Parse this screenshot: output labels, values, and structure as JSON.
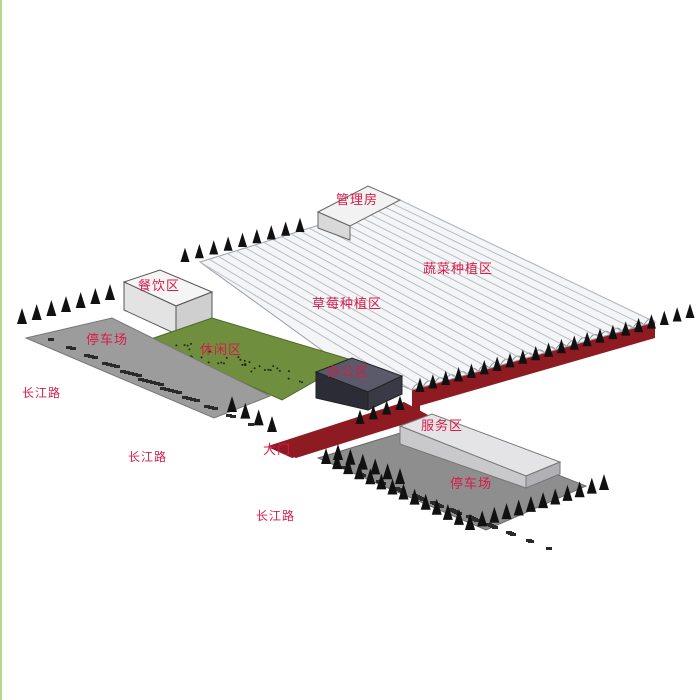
{
  "labels": {
    "management_room": "管理房",
    "vegetable_zone": "蔬菜种植区",
    "strawberry_zone": "草莓种植区",
    "dining_zone": "餐饮区",
    "parking_left": "停车场",
    "leisure_zone": "休闲区",
    "office_zone": "办公区",
    "service_zone": "服务区",
    "main_gate": "大门",
    "parking_right": "停车场",
    "road_1": "长江路",
    "road_2": "长江路",
    "road_3": "长江路"
  },
  "colors": {
    "label_text": "#d81b4a",
    "greenhouse_roof": "#f4f5f7",
    "greenhouse_edge": "#9aa0a8",
    "red_wall": "#8e1a22",
    "lawn": "#6f8f3e",
    "parking_lot": "#9c9c9c",
    "office_block": "#3a3a46",
    "service_building": "#cfd0d2",
    "tree": "#111111"
  }
}
